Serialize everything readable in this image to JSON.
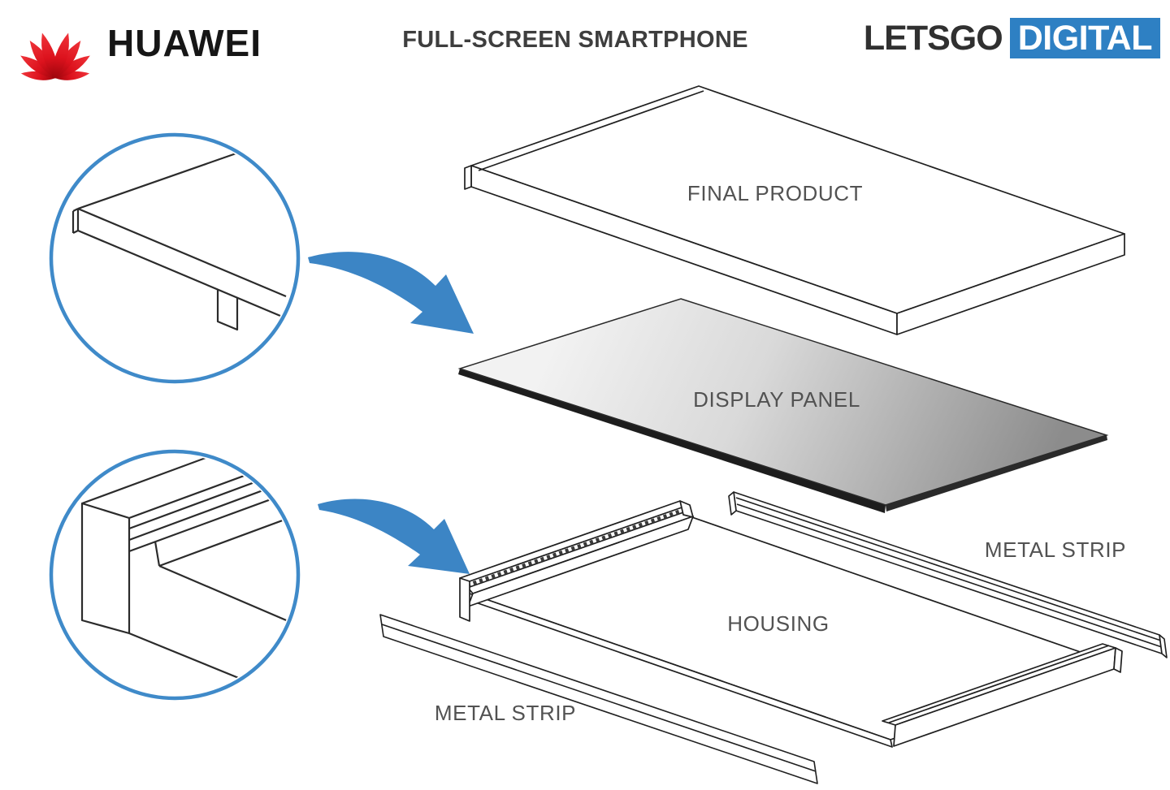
{
  "header": {
    "brand": "HUAWEI",
    "title": "FULL-SCREEN SMARTPHONE",
    "publisher": {
      "left": "LETSGO",
      "right": "DIGITAL"
    }
  },
  "diagram": {
    "type": "patent-exploded-view",
    "labels": {
      "final_product": "FINAL PRODUCT",
      "display_panel": "DISPLAY PANEL",
      "metal_strip_right": "METAL STRIP",
      "housing": "HOUSING",
      "metal_strip_bottom": "METAL STRIP"
    },
    "icons": [
      "huawei-flower-logo",
      "detail-circle-top",
      "detail-circle-bottom",
      "curved-arrow-top",
      "curved-arrow-bottom"
    ]
  },
  "colors": {
    "accent_blue": "#3C85C5",
    "circle_blue": "#3F8AC9",
    "publisher_blue": "#2E80C3",
    "huawei_red": "#E2001A",
    "label_gray": "#525252",
    "title_gray": "#3E3E3E",
    "line_color": "#1F1F1F",
    "panel_gradient_start": "#F2F2F2",
    "panel_gradient_end": "#8C8C8C",
    "panel_edge_dark": "#1D1D1D"
  }
}
